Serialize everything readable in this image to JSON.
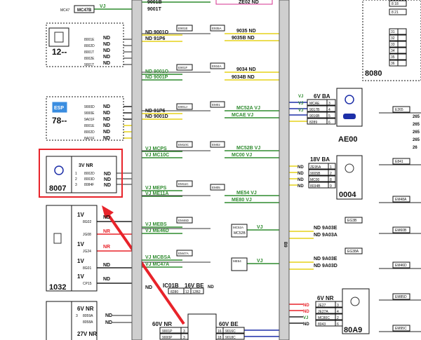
{
  "colors": {
    "red": "#e8232a",
    "green": "#2e8b2e",
    "yellow": "#e6d21a",
    "blue": "#1d2fa8",
    "magenta": "#d4308f",
    "trunk": "#8a8a8a",
    "box": "#cfcfcf"
  },
  "icons": [
    "fan-icon",
    "plug-icon",
    "gauge-icon",
    "car-icon",
    "esp-icon"
  ],
  "top": {
    "conn_mc47": "MC47",
    "conn_mc47b": "MC47B",
    "vj": "VJ",
    "w1": "9001B",
    "w2": "9001T",
    "ze02": "ZE02 ND"
  },
  "comp12": {
    "name": "12--",
    "rows": [
      [
        "8001E",
        "ND"
      ],
      [
        "8002D",
        "ND"
      ],
      [
        "8001T",
        "ND"
      ],
      [
        "8002E",
        "ND"
      ],
      [
        "9001T",
        "ND"
      ]
    ]
  },
  "comp78": {
    "name": "78--",
    "badge": "ESP",
    "rows": [
      [
        "9000D",
        "ND"
      ],
      [
        "9000E",
        "ND"
      ],
      [
        "9A01F",
        "ND"
      ],
      [
        "8001E",
        "ND"
      ],
      [
        "8002D",
        "ND"
      ],
      [
        "8A01F",
        "ND"
      ]
    ]
  },
  "comp8007": {
    "name": "8007",
    "header": "3V NR",
    "rows": [
      [
        "1",
        "8002D",
        "ND"
      ],
      [
        "2",
        "8003D",
        "ND"
      ],
      [
        "3",
        "8084F",
        "ND"
      ]
    ]
  },
  "comp1032": {
    "name": "1032",
    "rows": [
      [
        "1V",
        "ND",
        "",
        "8G02"
      ],
      [
        "",
        "NR",
        "2",
        "JG08"
      ],
      [
        "1V",
        "NR",
        "",
        "JG24"
      ],
      [
        "1V",
        "ND",
        "1",
        "8G01"
      ],
      [
        "1V",
        "ND",
        "",
        "CP15"
      ]
    ]
  },
  "compBL": {
    "header": "6V NR",
    "rows": [
      [
        "3",
        "8059A",
        "ND"
      ],
      [
        "",
        "8058A",
        "ND"
      ]
    ],
    "header2": "27V NR"
  },
  "mid": [
    {
      "t": "ND 9001O",
      "id": "E901E",
      "c": "yellow"
    },
    {
      "t": "ND 91P6",
      "id": "",
      "c": "yellow"
    },
    {
      "t": "ND 9001O",
      "id": "E901F",
      "c": "green"
    },
    {
      "t": "ND 9001P",
      "id": "",
      "c": "green"
    },
    {
      "t": "ND 91P6",
      "id": "E901J",
      "c": "yellow"
    },
    {
      "t": "ND 9001D",
      "id": "",
      "c": "yellow"
    },
    {
      "t": "VJ MCPS",
      "id": "EM10C",
      "c": "green"
    },
    {
      "t": "VJ MC10C",
      "id": "",
      "c": "green"
    },
    {
      "t": "VJ MEPS",
      "id": "EM11C",
      "c": "green"
    },
    {
      "t": "VJ ME11A",
      "id": "",
      "c": "green"
    },
    {
      "t": "VJ MEBS",
      "id": "EM46D",
      "c": "green"
    },
    {
      "t": "VJ ME46D",
      "id": "",
      "c": "green"
    },
    {
      "t": "VJ MCBSA",
      "id": "EM47A",
      "c": "green"
    },
    {
      "t": "VJ MC47A",
      "id": "",
      "c": "green"
    }
  ],
  "right": [
    {
      "box": "E935A",
      "l1": "9035 ND",
      "l2": "9035B ND",
      "c": "yellow"
    },
    {
      "box": "E934A",
      "l1": "9034 ND",
      "l2": "9034B ND",
      "c": "yellow"
    },
    {
      "box": "EM01",
      "l1": "MC52A VJ",
      "l2": "MCAE VJ",
      "c": "green"
    },
    {
      "box": "EM02",
      "l1": "MC52B VJ",
      "l2": "MC00 VJ",
      "c": "green"
    },
    {
      "box": "EM05",
      "l1": "ME54 VJ",
      "l2": "ME80 VJ",
      "c": "green"
    },
    {
      "box": "MC52A",
      "l1": "MC52A",
      "l2": "MC52B",
      "c": "green",
      "vj": "VJ"
    },
    {
      "box": "ME54",
      "l1": "ME54",
      "l2": "",
      "c": "green",
      "vj": "VJ"
    }
  ],
  "bottomTrunk": {
    "ic01b": "IC01B",
    "v16": "16V BE",
    "nd": "ND",
    "w1": "8280",
    "w2": "12",
    "w3": "12B2",
    "nd2": "ND"
  },
  "comp8080": {
    "name": "8080",
    "pins": [
      "31",
      "32",
      "33",
      "34",
      "35",
      "36"
    ],
    "pinsTop": [
      "8 18",
      "8 21"
    ]
  },
  "compAE00": {
    "name": "AE00",
    "header": "6V BA",
    "rows": [
      [
        "MCAE",
        "3"
      ],
      [
        "9017B",
        "4"
      ],
      [
        "9016B",
        "5"
      ],
      [
        "8289",
        "6"
      ]
    ],
    "vj": [
      "VJ",
      "VJ",
      "VJ"
    ]
  },
  "comp0004": {
    "name": "0004",
    "header": "18V BA",
    "rows": [
      [
        "ZE95A",
        "1"
      ],
      [
        "9005B",
        "2"
      ],
      [
        "MC00",
        "8"
      ],
      [
        "8034B",
        "9"
      ]
    ],
    "nd": [
      "ND",
      "ND",
      "ND",
      "ND"
    ]
  },
  "eg": [
    {
      "box": "EG3B",
      "l1": "ND 9A03E",
      "l2": "ND 9A03A"
    },
    {
      "box": "EG38A",
      "l1": "ND 9A03E",
      "l2": "ND 9A03D"
    }
  ],
  "comp80A9": {
    "name": "80A9",
    "header": "6V NR",
    "rows": [
      [
        "JE27",
        "3"
      ],
      [
        "JE27A",
        "4"
      ],
      [
        "MC80C",
        "2"
      ],
      [
        "8043",
        "6"
      ]
    ],
    "nd": [
      "ND",
      "ND",
      "VJ",
      "ND"
    ]
  },
  "bottomMid": {
    "header": "60V NR",
    "rows": [
      [
        "9001P",
        "3"
      ],
      [
        "9000P",
        "3"
      ]
    ],
    "header2": "60V BE",
    "rows2": [
      [
        "16",
        "9016C"
      ],
      [
        "18",
        "9018C"
      ]
    ]
  },
  "farRight": [
    "E265",
    "E841",
    "EM48A",
    "EM60B",
    "EM46D",
    "EM85D",
    "EM95C"
  ],
  "farRight2": [
    "265",
    "265",
    "265",
    "265",
    "26"
  ],
  "labels": {
    "vertical": "B9"
  }
}
